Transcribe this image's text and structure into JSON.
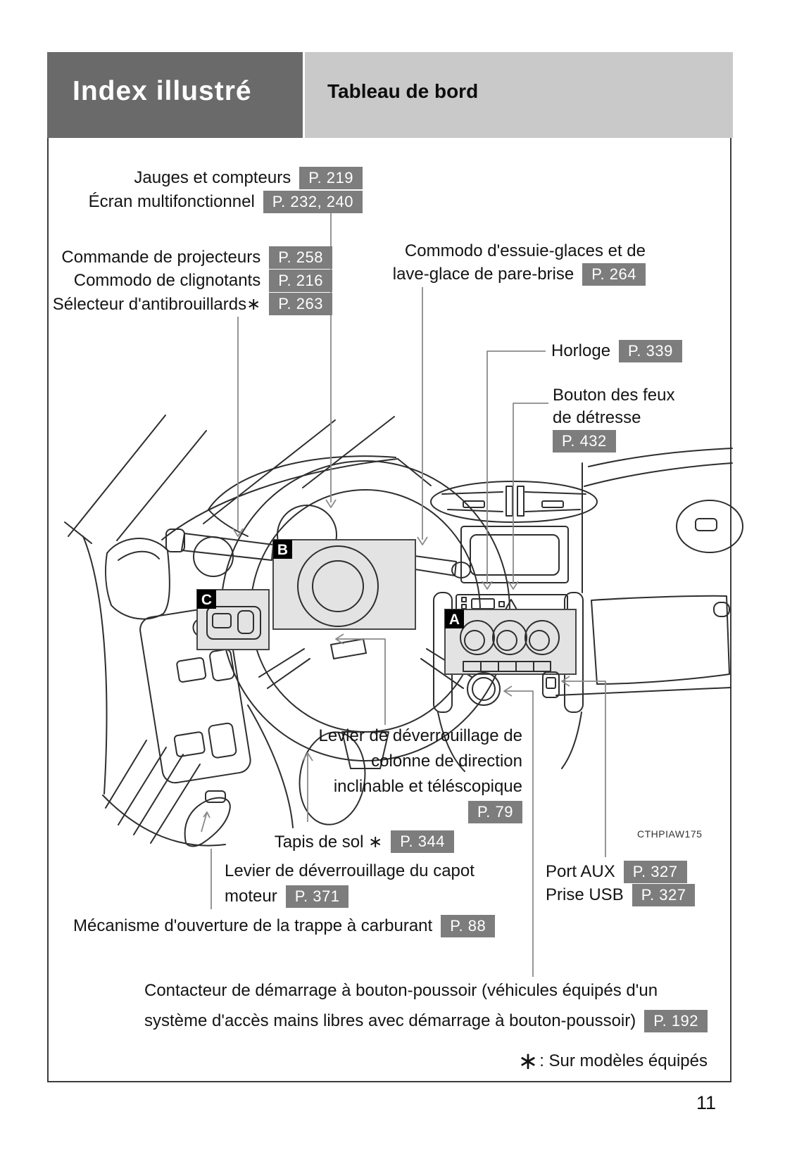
{
  "header": {
    "manual_section": "Index illustré",
    "page_title": "Tableau de bord"
  },
  "figure": {
    "code": "CTHPIAW175",
    "markers": {
      "a": "A",
      "b": "B",
      "c": "C"
    }
  },
  "labels": {
    "gauges": {
      "text": "Jauges et compteurs",
      "page": "P. 219"
    },
    "multi_display": {
      "text": "Écran multifonctionnel",
      "page": "P. 232, 240"
    },
    "headlights": {
      "text": "Commande de projecteurs",
      "page": "P. 258"
    },
    "turn_signals": {
      "text": "Commodo de clignotants",
      "page": "P. 216"
    },
    "fog_lights": {
      "text": "Sélecteur d'antibrouillards∗",
      "page": "P. 263"
    },
    "wipers": {
      "line1": "Commodo d'essuie-glaces et de",
      "line2": "lave-glace de pare-brise",
      "page": "P. 264"
    },
    "clock": {
      "text": "Horloge",
      "page": "P. 339"
    },
    "hazard": {
      "line1": "Bouton des feux",
      "line2": "de détresse",
      "page": "P. 432"
    },
    "tilt_column": {
      "line1": "Levier de déverrouillage de",
      "line2": "colonne de direction",
      "line3": "inclinable et téléscopique",
      "page": "P. 79"
    },
    "floor_mats": {
      "text": "Tapis de sol ∗",
      "page": "P. 344"
    },
    "hood_release": {
      "line1": "Levier de déverrouillage du capot",
      "line2": "moteur",
      "page": "P. 371"
    },
    "fuel_door": {
      "text": "Mécanisme d'ouverture de la trappe à carburant",
      "page": "P. 88"
    },
    "aux_port": {
      "text": "Port AUX",
      "page": "P. 327"
    },
    "usb_port": {
      "text": "Prise USB",
      "page": "P. 327"
    },
    "start_switch": {
      "line1": "Contacteur de démarrage à bouton-poussoir (véhicules équipés d'un",
      "line2": "système d'accès mains libres avec démarrage à bouton-poussoir)",
      "page": "P. 192"
    }
  },
  "footnote": {
    "symbol": "∗",
    "text": ": Sur modèles équipés"
  },
  "page_number": "11",
  "colors": {
    "badge": "#7d7d7d",
    "header_dark": "#6a6a6a",
    "header_light": "#c9c9c9",
    "marker_bg": "#000000"
  }
}
